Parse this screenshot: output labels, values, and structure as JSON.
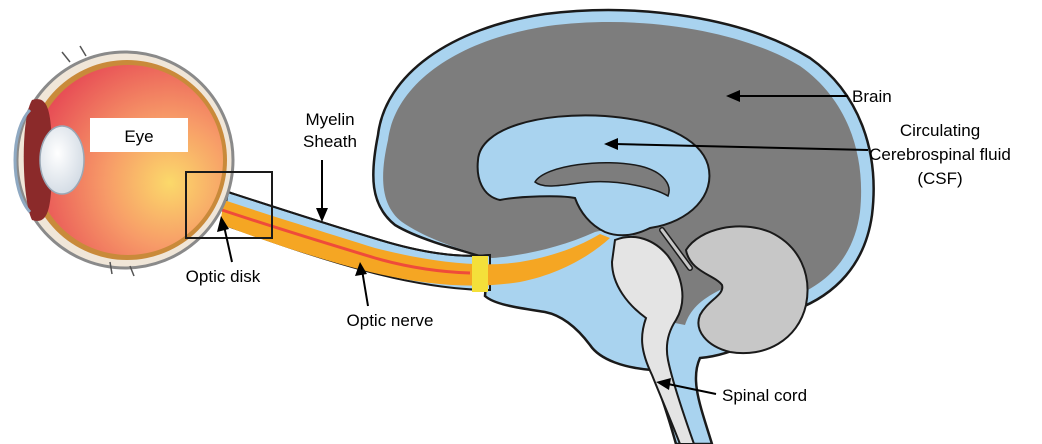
{
  "labels": {
    "eye": "Eye",
    "myelin_line1": "Myelin",
    "myelin_line2": "Sheath",
    "brain": "Brain",
    "csf_line1": "Circulating",
    "csf_line2": "Cerebrospinal fluid",
    "csf_line3": "(CSF)",
    "optic_disk": "Optic disk",
    "optic_nerve": "Optic nerve",
    "spinal_cord": "Spinal cord"
  },
  "colors": {
    "brain_gray": "#7d7d7d",
    "csf_blue": "#a9d3ef",
    "cerebellum_gray": "#c7c7c7",
    "brainstem_light": "#e4e4e4",
    "nerve_orange": "#f5a623",
    "nerve_yellow_band": "#f4e03a",
    "eye_red": "#f25a5a",
    "outline": "#1a1a1a"
  }
}
